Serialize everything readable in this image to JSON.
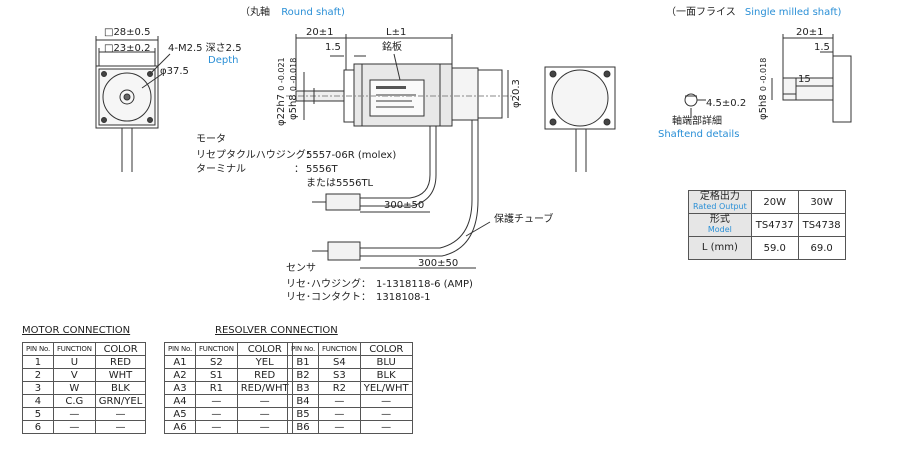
{
  "headers": {
    "round_shaft_jp": "（丸軸",
    "round_shaft_en": "Round shaft)",
    "milled_shaft_jp": "（一面フライス",
    "milled_shaft_en": "Single milled shaft)"
  },
  "front_view": {
    "dim_outer": "□28±0.5",
    "dim_inner": "□23±0.2",
    "tap": "4-M2.5 深さ2.5",
    "depth_en": "Depth",
    "dia": "φ37.5"
  },
  "side_view": {
    "dim_shaft_len": "20±1",
    "dim_L": "L±1",
    "dim_1_5": "1.5",
    "nameplate": "銘板",
    "dia_22": "φ22h7",
    "dia_22_tol": "0 -0.021",
    "dia_5": "φ5h8",
    "dia_5_tol": "0 -0.018",
    "dia_20_3": "φ20.3"
  },
  "motor_info": {
    "title": "モータ",
    "housing_label": "リセプタクルハウジング：",
    "housing_value": "5557-06R (molex)",
    "terminal_label": "ターミナル",
    "terminal_sep": "：",
    "terminal_value": "5556T",
    "terminal_alt": "または5556TL"
  },
  "cables": {
    "len_motor": "300±50",
    "len_sensor": "300±50",
    "tube": "保護チューブ"
  },
  "sensor_info": {
    "title": "センサ",
    "housing_label": "リセ･ハウジング：",
    "housing_value": "1-1318118-6 (AMP)",
    "contact_label": "リセ･コンタクト：",
    "contact_value": "1318108-1"
  },
  "shaftend": {
    "dim_20": "20±1",
    "dim_1_5": "1.5",
    "dim_15": "15",
    "dim_4_5": "4.5±0.2",
    "dia_5": "φ5h8",
    "dia_5_tol": "0 -0.018",
    "detail_jp": "軸端部詳細",
    "detail_en": "Shaftend details"
  },
  "spec_table": {
    "rated_output_jp": "定格出力",
    "rated_output_en": "Rated Output",
    "model_jp": "形式",
    "model_en": "Model",
    "length_label": "L (mm)",
    "columns": [
      {
        "output": "20W",
        "model": "TS4737",
        "length": "59.0"
      },
      {
        "output": "30W",
        "model": "TS4738",
        "length": "69.0"
      }
    ]
  },
  "motor_connection": {
    "title": "MOTOR CONNECTION",
    "headers": [
      "PIN No.",
      "FUNCTION",
      "COLOR"
    ],
    "rows": [
      [
        "1",
        "U",
        "RED"
      ],
      [
        "2",
        "V",
        "WHT"
      ],
      [
        "3",
        "W",
        "BLK"
      ],
      [
        "4",
        "C.G",
        "GRN/YEL"
      ],
      [
        "5",
        "—",
        "—"
      ],
      [
        "6",
        "—",
        "—"
      ]
    ]
  },
  "resolver_connection": {
    "title": "RESOLVER CONNECTION",
    "headers": [
      "PIN No.",
      "FUNCTION",
      "COLOR"
    ],
    "left_rows": [
      [
        "A1",
        "S2",
        "YEL"
      ],
      [
        "A2",
        "S1",
        "RED"
      ],
      [
        "A3",
        "R1",
        "RED/WHT"
      ],
      [
        "A4",
        "—",
        "—"
      ],
      [
        "A5",
        "—",
        "—"
      ],
      [
        "A6",
        "—",
        "—"
      ]
    ],
    "right_rows": [
      [
        "B1",
        "S4",
        "BLU"
      ],
      [
        "B2",
        "S3",
        "BLK"
      ],
      [
        "B3",
        "R2",
        "YEL/WHT"
      ],
      [
        "B4",
        "—",
        "—"
      ],
      [
        "B5",
        "—",
        "—"
      ],
      [
        "B6",
        "—",
        "—"
      ]
    ]
  }
}
